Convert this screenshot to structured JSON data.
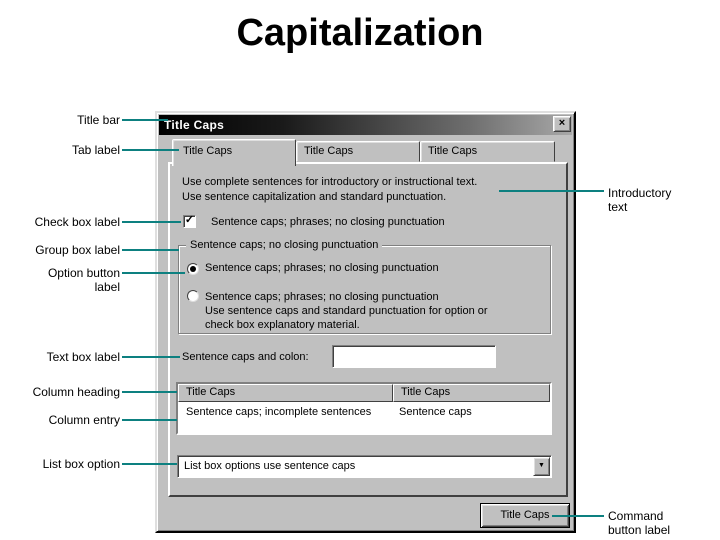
{
  "page_title": "Capitalization",
  "colors": {
    "callout_line": "#0d8080",
    "dialog_face": "#c0c0c0",
    "titlebar_gradient_start": "#000000",
    "titlebar_gradient_end": "#a8a8a8"
  },
  "dialog": {
    "title": "Title Caps",
    "close_icon": "×",
    "tabs": [
      {
        "label": "Title Caps"
      },
      {
        "label": "Title Caps"
      },
      {
        "label": "Title Caps"
      }
    ],
    "intro_line1": "Use complete sentences for introductory or instructional text.",
    "intro_line2": "Use sentence capitalization and standard punctuation.",
    "checkbox": {
      "checked": true,
      "check_icon": "✓",
      "label": "Sentence caps; phrases; no closing punctuation"
    },
    "group": {
      "label": "Sentence caps; no closing punctuation",
      "option1": {
        "selected": true,
        "label": "Sentence caps; phrases; no closing punctuation"
      },
      "option2": {
        "selected": false,
        "label": "Sentence caps; phrases; no closing punctuation",
        "desc_line1": "Use sentence caps and standard punctuation for option or",
        "desc_line2": "check box explanatory material."
      }
    },
    "textbox": {
      "label": "Sentence caps and colon:",
      "value": ""
    },
    "table": {
      "headers": [
        "Title Caps",
        "Title Caps"
      ],
      "row": [
        "Sentence caps; incomplete sentences",
        "Sentence caps"
      ]
    },
    "combo": {
      "value": "List box options use sentence caps",
      "arrow_icon": "▼"
    },
    "command_button": "Title Caps"
  },
  "callouts": {
    "title_bar": "Title bar",
    "tab_label": "Tab label",
    "check_box_label": "Check box label",
    "group_box_label": "Group box label",
    "option_button_line1": "Option button",
    "option_button_line2": "label",
    "text_box_label": "Text box label",
    "column_heading": "Column heading",
    "column_entry": "Column entry",
    "list_box_option": "List box option",
    "introductory_line1": "Introductory",
    "introductory_line2": "text",
    "command_line1": "Command",
    "command_line2": "button label"
  }
}
